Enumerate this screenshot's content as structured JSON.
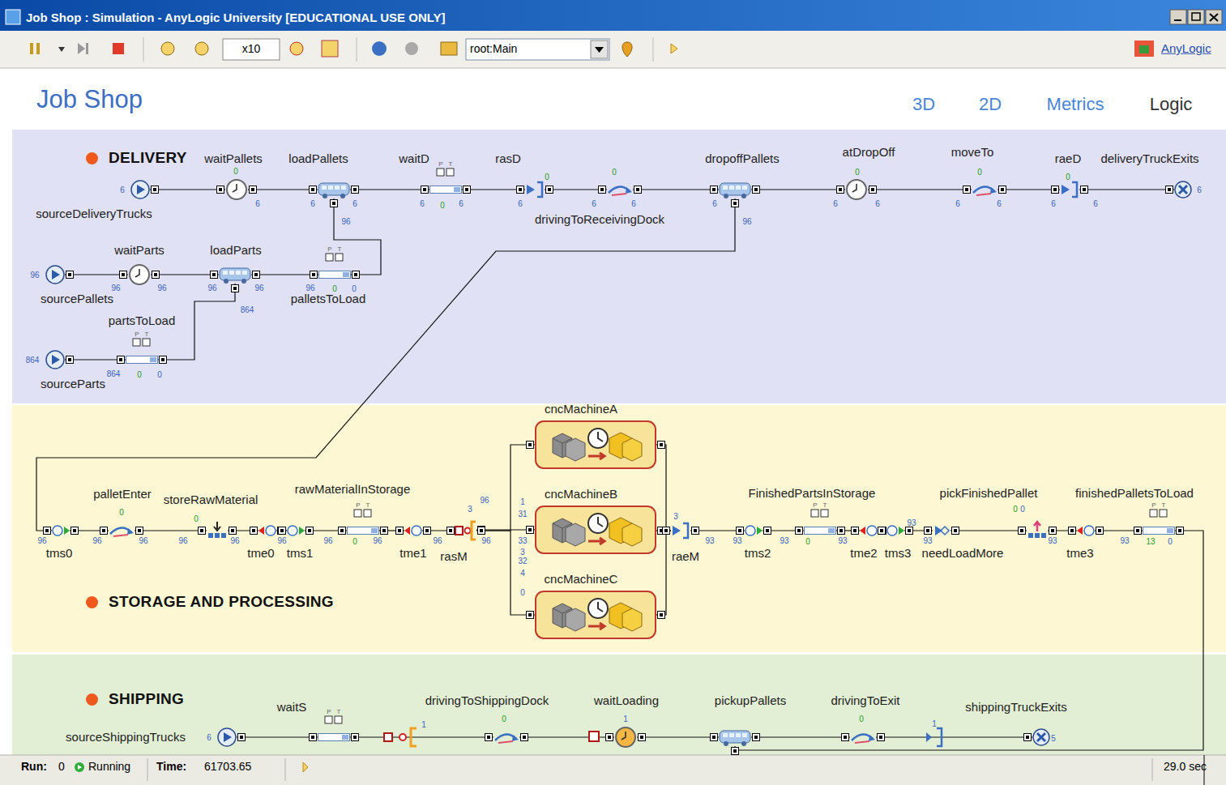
{
  "diagram": {
    "title": "Job Shop",
    "nodes": [
      {
        "text": [
          "DELIVERY"
        ]
      },
      {
        "text": [
          "sourceDeliveryTrucks"
        ],
        "in": 0
      },
      {
        "text": [
          "waitPallets"
        ],
        "in": 0
      },
      {
        "text": [
          "loadPallets"
        ],
        "in": 0
      },
      {
        "text": [
          "waitD"
        ],
        "in": 0
      },
      {
        "text": [
          "rasD"
        ],
        "in": 0
      },
      {
        "text": [
          "drivingToReceivingDock"
        ],
        "in": 0
      },
      {
        "text": [
          "dropoffPallets"
        ],
        "in": 0
      },
      {
        "text": [
          "atDropOff"
        ],
        "in": 0
      },
      {
        "text": [
          "moveTo"
        ],
        "in": 0
      },
      {
        "text": [
          "raeD"
        ],
        "in": 0
      },
      {
        "text": [
          "deliveryTruckExits"
        ],
        "in": 0
      },
      {
        "text": [
          "sourcePallets"
        ],
        "in": 0
      },
      {
        "text": [
          "waitParts"
        ],
        "in": 0
      },
      {
        "text": [
          "loadParts"
        ],
        "in": 0
      },
      {
        "text": [
          "palletsToLoad"
        ],
        "in": 0
      },
      {
        "text": [
          "sourceParts"
        ],
        "in": 0
      },
      {
        "text": [
          "partsToLoad"
        ],
        "in": 0
      },
      {
        "text": [
          "STORAGE AND PROCESSING"
        ]
      },
      {
        "text": [
          "tms0"
        ],
        "in": 18
      },
      {
        "text": [
          "palletEnter"
        ],
        "in": 18
      },
      {
        "text": [
          "storeRawMaterial"
        ],
        "in": 18
      },
      {
        "text": [
          "tme0"
        ],
        "in": 18
      },
      {
        "text": [
          "tms1"
        ],
        "in": 18
      },
      {
        "text": [
          "rawMaterialInStorage"
        ],
        "in": 18
      },
      {
        "text": [
          "tme1"
        ],
        "in": 18
      },
      {
        "text": [
          "rasM"
        ],
        "in": 18
      },
      {
        "text": [
          "cncMachineA"
        ],
        "in": 18
      },
      {
        "text": [
          "cncMachineB"
        ],
        "in": 18
      },
      {
        "text": [
          "cncMachineC"
        ],
        "in": 18
      },
      {
        "text": [
          "raeM"
        ],
        "in": 18
      },
      {
        "text": [
          "tms2"
        ],
        "in": 18
      },
      {
        "text": [
          "FinishedPartsInStorage"
        ],
        "in": 18
      },
      {
        "text": [
          "tme2"
        ],
        "in": 18
      },
      {
        "text": [
          "tms3"
        ],
        "in": 18
      },
      {
        "text": [
          "needLoadMore"
        ],
        "in": 18
      },
      {
        "text": [
          "pickFinishedPallet"
        ],
        "in": 18
      },
      {
        "text": [
          "tme3"
        ],
        "in": 18
      },
      {
        "text": [
          "finishedPalletsToLoad"
        ],
        "in": 18
      },
      {
        "text": [
          "SHIPPING"
        ]
      },
      {
        "text": [
          "sourceShippingTrucks"
        ],
        "in": 39
      },
      {
        "text": [
          "waitS"
        ],
        "in": 39
      },
      {
        "text": [
          "drivingToShippingDock"
        ],
        "in": 39
      },
      {
        "text": [
          "waitLoading"
        ],
        "in": 39
      },
      {
        "text": [
          "pickupPallets"
        ],
        "in": 39
      },
      {
        "text": [
          "drivingToExit"
        ],
        "in": 39
      },
      {
        "text": [
          "shippingTruckExits"
        ],
        "in": 39
      }
    ],
    "edges": [
      {
        "from": 1,
        "to": 2,
        "arrow": "none"
      },
      {
        "from": 2,
        "to": 3,
        "arrow": "none"
      },
      {
        "from": 3,
        "to": 4,
        "arrow": "none"
      },
      {
        "from": 4,
        "to": 5,
        "arrow": "none"
      },
      {
        "from": 5,
        "to": 6,
        "arrow": "none"
      },
      {
        "from": 6,
        "to": 7,
        "arrow": "none"
      },
      {
        "from": 7,
        "to": 8,
        "arrow": "none"
      },
      {
        "from": 8,
        "to": 9,
        "arrow": "none"
      },
      {
        "from": 9,
        "to": 10,
        "arrow": "none"
      },
      {
        "from": 10,
        "to": 11,
        "arrow": "none"
      },
      {
        "from": 12,
        "to": 13,
        "arrow": "none"
      },
      {
        "from": 13,
        "to": 14,
        "arrow": "none"
      },
      {
        "from": 14,
        "to": 15,
        "arrow": "none"
      },
      {
        "from": 15,
        "to": 3,
        "arrow": "none"
      },
      {
        "from": 16,
        "to": 17,
        "arrow": "none"
      },
      {
        "from": 17,
        "to": 14,
        "arrow": "none"
      },
      {
        "from": 7,
        "to": 19,
        "arrow": "none"
      },
      {
        "from": 19,
        "to": 20,
        "arrow": "none"
      },
      {
        "from": 20,
        "to": 21,
        "arrow": "none"
      },
      {
        "from": 21,
        "to": 22,
        "arrow": "none"
      },
      {
        "from": 22,
        "to": 23,
        "arrow": "none"
      },
      {
        "from": 23,
        "to": 24,
        "arrow": "none"
      },
      {
        "from": 24,
        "to": 25,
        "arrow": "none"
      },
      {
        "from": 25,
        "to": 26,
        "arrow": "none"
      },
      {
        "from": 26,
        "to": 27,
        "arrow": "none"
      },
      {
        "from": 26,
        "to": 28,
        "arrow": "none"
      },
      {
        "from": 26,
        "to": 29,
        "arrow": "none"
      },
      {
        "from": 27,
        "to": 30,
        "arrow": "none"
      },
      {
        "from": 28,
        "to": 30,
        "arrow": "none"
      },
      {
        "from": 29,
        "to": 30,
        "arrow": "none"
      },
      {
        "from": 30,
        "to": 31,
        "arrow": "none"
      },
      {
        "from": 31,
        "to": 32,
        "arrow": "none"
      },
      {
        "from": 32,
        "to": 33,
        "arrow": "none"
      },
      {
        "from": 33,
        "to": 34,
        "arrow": "none"
      },
      {
        "from": 34,
        "to": 35,
        "arrow": "none"
      },
      {
        "from": 35,
        "to": 36,
        "arrow": "none"
      },
      {
        "from": 36,
        "to": 37,
        "arrow": "none"
      },
      {
        "from": 37,
        "to": 38,
        "arrow": "none"
      },
      {
        "from": 38,
        "to": 44,
        "arrow": "none"
      },
      {
        "from": 40,
        "to": 41,
        "arrow": "none"
      },
      {
        "from": 41,
        "to": 42,
        "arrow": "none"
      },
      {
        "from": 42,
        "to": 43,
        "arrow": "none"
      },
      {
        "from": 43,
        "to": 44,
        "arrow": "none"
      },
      {
        "from": 44,
        "to": 45,
        "arrow": "none"
      },
      {
        "from": 45,
        "to": 46,
        "arrow": "none"
      }
    ],
    "labels": [
      "Job Shop : Simulation - AnyLogic University [EDUCATIONAL USE ONLY]",
      "x10",
      "root:Main",
      "AnyLogic",
      "3D",
      "2D",
      "Metrics",
      "Logic",
      "Run:",
      "0",
      "Running",
      "Time:",
      "61703.65",
      "29.0 sec",
      "6",
      "0",
      "6",
      "6",
      "6",
      "96",
      "6",
      "0",
      "6",
      "6",
      "0",
      "6",
      "0",
      "6",
      "6",
      "96",
      "0",
      "6",
      "6",
      "0",
      "6",
      "6",
      "0",
      "6",
      "6",
      "6",
      "96",
      "96",
      "96",
      "96",
      "96",
      "864",
      "96",
      "0",
      "0",
      "864",
      "864",
      "0",
      "0",
      "96",
      "96",
      "0",
      "96",
      "96",
      "0",
      "96",
      "96",
      "96",
      "0",
      "96",
      "96",
      "3",
      "96",
      "96",
      "1",
      "31",
      "33",
      "3",
      "32",
      "4",
      "0",
      "3",
      "93",
      "93",
      "93",
      "0",
      "93",
      "93",
      "93",
      "0",
      "0",
      "93",
      "93",
      "13",
      "0",
      "6",
      "1",
      "0",
      "1",
      "0",
      "1",
      "5",
      "P",
      "T",
      "P",
      "T",
      "P",
      "T",
      "P",
      "T",
      "P",
      "T",
      "P",
      "T",
      "P",
      "T"
    ]
  }
}
